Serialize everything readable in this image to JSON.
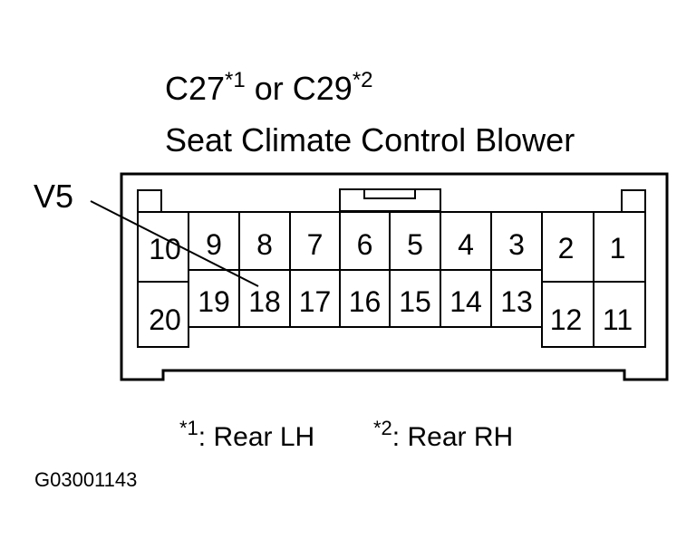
{
  "title": {
    "line1_a": "C27",
    "line1_a_mark": "*1",
    "line1_or": "or C29",
    "line1_b_mark": "*2",
    "line2": "Seat Climate Control Blower"
  },
  "callout": {
    "label": "V5"
  },
  "connector": {
    "top_row": [
      "10",
      "9",
      "8",
      "7",
      "6",
      "5",
      "4",
      "3",
      "2",
      "1"
    ],
    "bottom_row": [
      "20",
      "19",
      "18",
      "17",
      "16",
      "15",
      "14",
      "13",
      "12",
      "11"
    ]
  },
  "footnotes": {
    "note1_mark": "*1",
    "note1_text": ": Rear LH",
    "note2_mark": "*2",
    "note2_text": ": Rear RH"
  },
  "figure_code": "G03001143"
}
